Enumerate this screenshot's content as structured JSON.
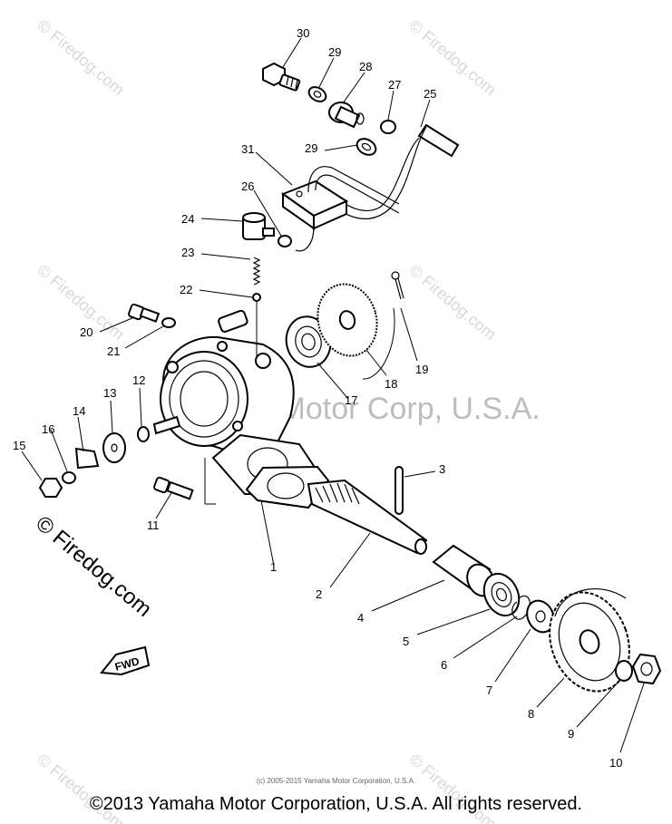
{
  "watermark": {
    "site": "Firedog.com",
    "mid": "Yamaha Motor Corp, U.S.A.",
    "symbol": "©"
  },
  "callouts": [
    "30",
    "29",
    "28",
    "27",
    "25",
    "31",
    "29",
    "26",
    "24",
    "23",
    "22",
    "18",
    "19",
    "20",
    "21",
    "17",
    "12",
    "13",
    "14",
    "16",
    "15",
    "11",
    "3",
    "1",
    "2",
    "4",
    "5",
    "6",
    "7",
    "8",
    "9",
    "10"
  ],
  "fwd_label": "FWD",
  "small_copyright": "(c) 2005-2015 Yamaha Motor Corporation, U.S.A.",
  "footer_copyright": "©2013 Yamaha Motor Corporation, U.S.A. All rights reserved."
}
